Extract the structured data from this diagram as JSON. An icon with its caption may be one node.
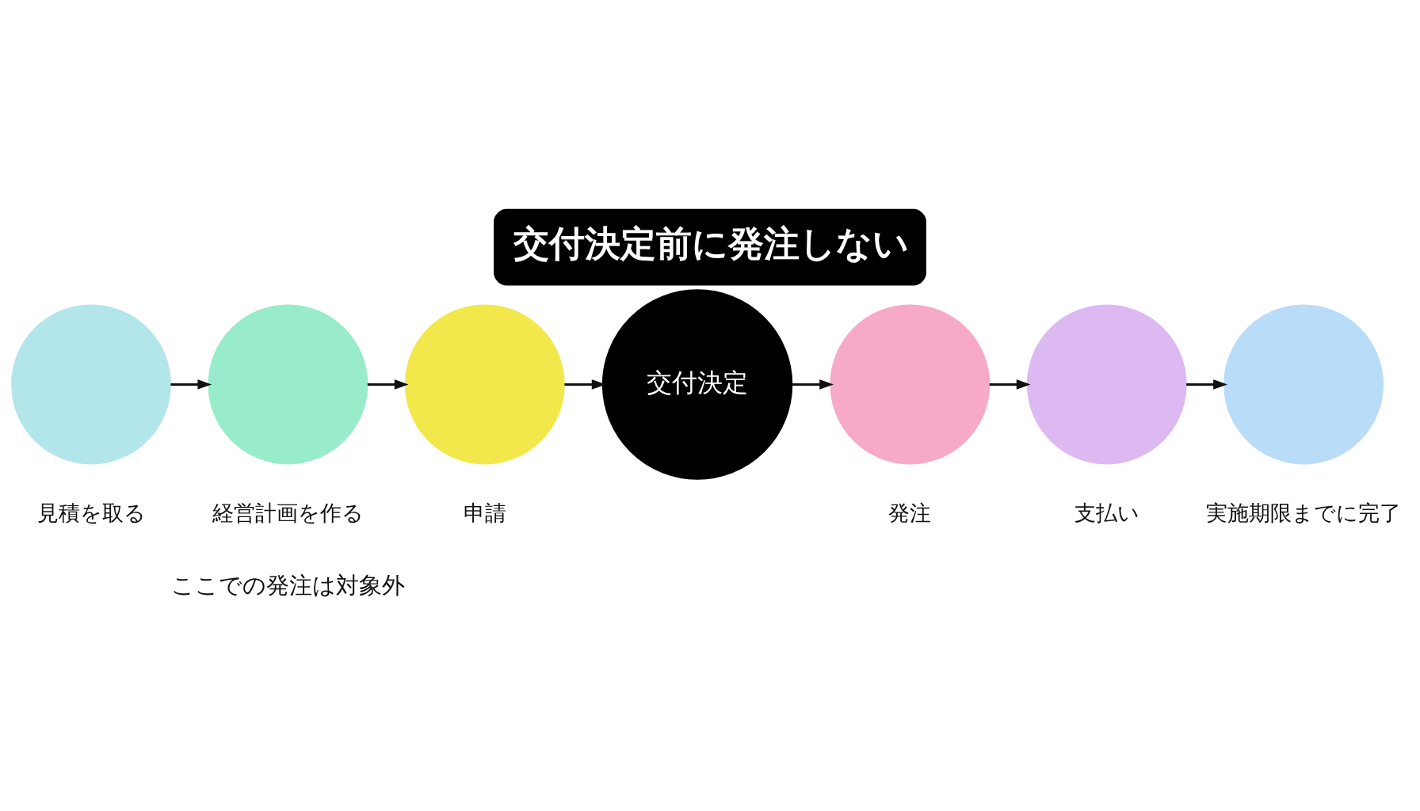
{
  "diagram": {
    "title": "交付決定前に発注しない",
    "nodes": [
      {
        "text": [],
        "shape": "circle",
        "beside": [
          "見積を取る"
        ]
      },
      {
        "text": [],
        "shape": "circle",
        "beside": [
          "経営計画を作る"
        ]
      },
      {
        "text": [],
        "shape": "circle",
        "beside": [
          "申請"
        ]
      },
      {
        "text": [
          "交付決定"
        ]
      },
      {
        "text": [],
        "shape": "circle",
        "beside": [
          "発注"
        ]
      },
      {
        "text": [],
        "shape": "circle",
        "beside": [
          "支払い"
        ]
      },
      {
        "text": [],
        "shape": "circle",
        "beside": [
          "実施期限までに完了"
        ]
      }
    ],
    "edges": [
      {
        "from": 0,
        "to": 1,
        "arrow": "to"
      },
      {
        "from": 1,
        "to": 2,
        "arrow": "to"
      },
      {
        "from": 2,
        "to": 3,
        "arrow": "to"
      },
      {
        "from": 3,
        "to": 4,
        "arrow": "to"
      },
      {
        "from": 4,
        "to": 5,
        "arrow": "to"
      },
      {
        "from": 5,
        "to": 6,
        "arrow": "to"
      }
    ],
    "labels": [
      "ここでの発注は対象外"
    ]
  }
}
